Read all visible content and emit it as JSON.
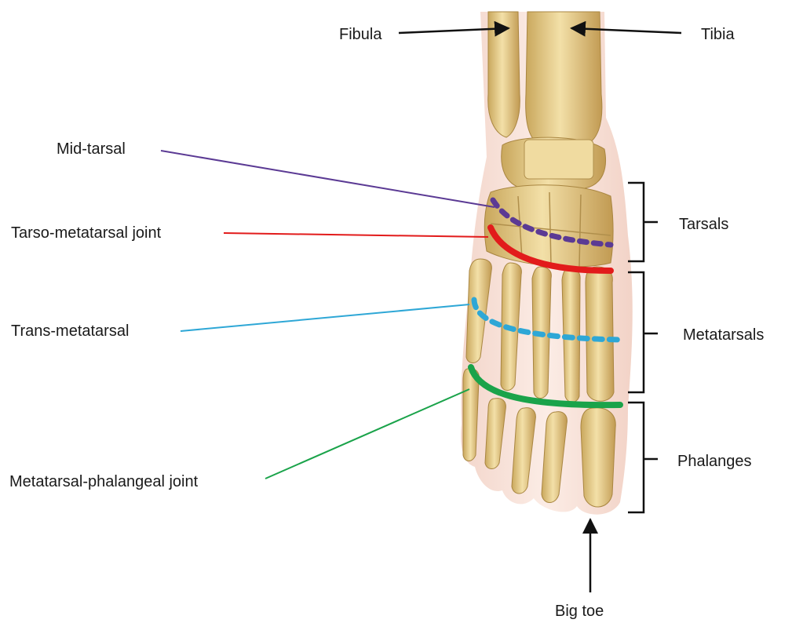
{
  "labels": {
    "fibula": "Fibula",
    "tibia": "Tibia",
    "mid_tarsal": "Mid-tarsal",
    "tarso_metatarsal": "Tarso-metatarsal joint",
    "trans_metatarsal": "Trans-metatarsal",
    "metatarsal_phalangeal": "Metatarsal-phalangeal joint",
    "tarsals": "Tarsals",
    "metatarsals": "Metatarsals",
    "phalanges": "Phalanges",
    "big_toe": "Big toe"
  },
  "colors": {
    "mid_tarsal": "#5b3a94",
    "tarso_metatarsal": "#e21b1b",
    "trans_metatarsal": "#2ea7d6",
    "metatarsal_phalangeal": "#1aa34a",
    "bone": "#e9d08f",
    "bone_shadow": "#b8914a",
    "skin": "#f6ddd2",
    "pointer": "#111111"
  },
  "icons": {
    "foot": "foot-skeleton-illustration"
  }
}
